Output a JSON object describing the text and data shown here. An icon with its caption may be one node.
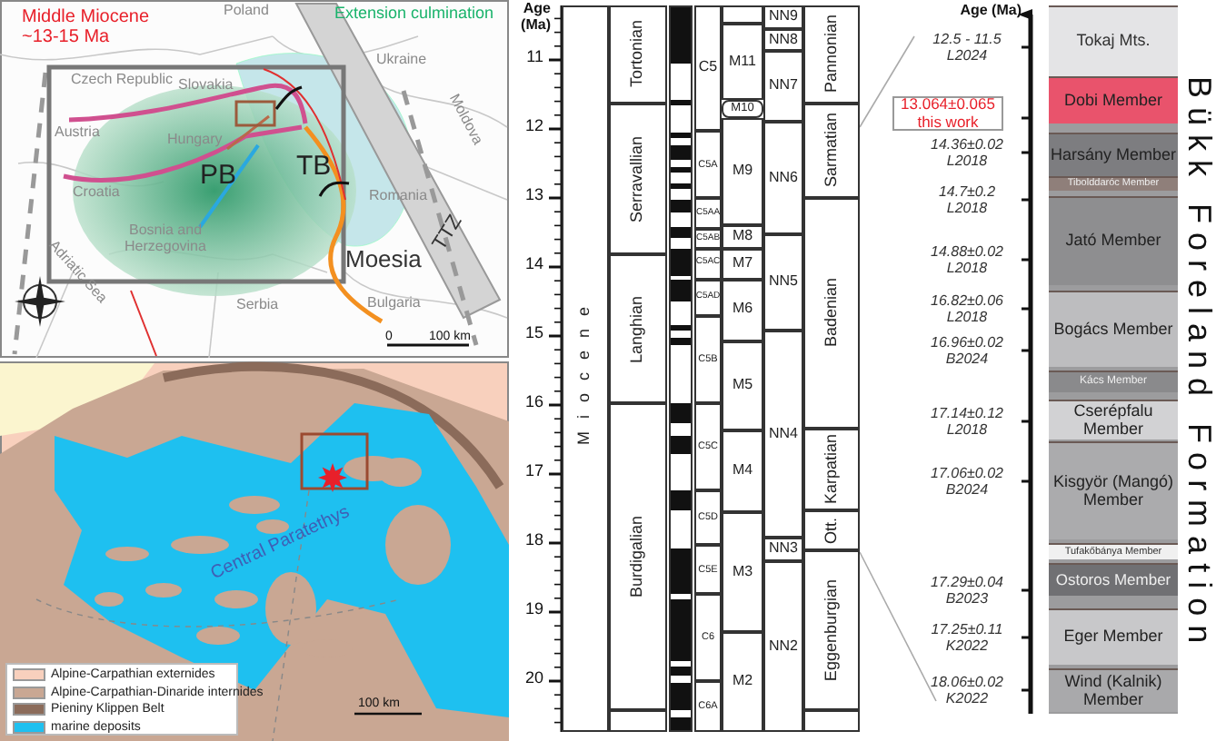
{
  "diagram": {
    "nodes": [
      {
        "text": [
          "Miocene"
        ]
      },
      {
        "text": [
          "Tortonian"
        ]
      },
      {
        "text": [
          "Serravallian"
        ]
      },
      {
        "text": [
          "Langhian"
        ]
      },
      {
        "text": [
          "Burdigalian"
        ]
      },
      {
        "text": [],
        "shape": "box"
      },
      {
        "text": [
          "C5"
        ]
      },
      {
        "text": [
          "C5A"
        ]
      },
      {
        "text": [
          "C5AA"
        ]
      },
      {
        "text": [
          "C5AB"
        ]
      },
      {
        "text": [
          "C5AC"
        ]
      },
      {
        "text": [
          "C5AD"
        ]
      },
      {
        "text": [
          "C5B"
        ]
      },
      {
        "text": [
          "C5C"
        ]
      },
      {
        "text": [
          "C5D"
        ]
      },
      {
        "text": [
          "C5E"
        ]
      },
      {
        "text": [
          "C6"
        ]
      },
      {
        "text": [
          "C6A"
        ]
      },
      {
        "text": [],
        "shape": "box"
      },
      {
        "text": [
          "M11"
        ]
      },
      {
        "text": [
          "M10"
        ]
      },
      {
        "text": [
          "M9"
        ]
      },
      {
        "text": [
          "M8"
        ]
      },
      {
        "text": [
          "M7"
        ]
      },
      {
        "text": [
          "M6"
        ]
      },
      {
        "text": [
          "M5"
        ]
      },
      {
        "text": [
          "M4"
        ]
      },
      {
        "text": [
          "M3"
        ]
      },
      {
        "text": [
          "M2"
        ]
      },
      {
        "text": [
          "NN9"
        ]
      },
      {
        "text": [
          "NN8"
        ]
      },
      {
        "text": [
          "NN7"
        ]
      },
      {
        "text": [
          "NN6"
        ]
      },
      {
        "text": [
          "NN5"
        ]
      },
      {
        "text": [
          "NN4"
        ]
      },
      {
        "text": [
          "NN3"
        ]
      },
      {
        "text": [
          "NN2"
        ]
      },
      {
        "text": [
          "Pannonian"
        ]
      },
      {
        "text": [
          "Sarmatian"
        ]
      },
      {
        "text": [
          "Badenian"
        ]
      },
      {
        "text": [
          "Karpatian"
        ]
      },
      {
        "text": [
          "Ott."
        ]
      },
      {
        "text": [
          "Eggenburgian"
        ]
      },
      {
        "text": [],
        "shape": "box"
      },
      {
        "text": [
          "13.064±0.065 this work"
        ]
      },
      {
        "text": [
          "Tokaj Mts."
        ]
      },
      {
        "text": [
          "Dobi Member"
        ]
      },
      {
        "text": [
          "Harsány Member"
        ]
      },
      {
        "text": [
          "Tibolddaróc Member"
        ]
      },
      {
        "text": [
          "Jató Member"
        ]
      },
      {
        "text": [
          "Bogács Member"
        ]
      },
      {
        "text": [
          "Kács Member"
        ]
      },
      {
        "text": [
          "Cserépfalu Member"
        ]
      },
      {
        "text": [
          "Kisgyör (Mangó) Member"
        ]
      },
      {
        "text": [
          "Tufakőbánya Member"
        ]
      },
      {
        "text": [
          "Ostoros Member"
        ]
      },
      {
        "text": [
          "Eger Member"
        ]
      },
      {
        "text": [
          "Wind (Kalnik) Member"
        ]
      }
    ],
    "labels": [
      "Middle Miocene ~13-15 Ma",
      "Poland",
      "Extension culmination",
      "Czech Republic",
      "Ukraine",
      "Slovakia",
      "Austria",
      "Moldova",
      "Hungary",
      "PB",
      "TB",
      "Croatia",
      "Romania",
      "Bosnia and Herzegovina",
      "Moesia",
      "TTZ",
      "Adriatic Sea",
      "Serbia",
      "Bulgaria",
      "0",
      "100 km",
      "Central Paratethys",
      "100 km",
      "Age (Ma)",
      "11",
      "12",
      "13",
      "14",
      "15",
      "16",
      "17",
      "18",
      "19",
      "20",
      "Age (Ma)",
      "12.5 - 11.5 L2024",
      "14.36±0.02 L2018",
      "14.7±0.2 L2018",
      "14.88±0.02 L2018",
      "16.82±0.06 L2018",
      "16.96±0.02 B2024",
      "17.14±0.12 L2018",
      "17.06±0.02 B2024",
      "17.29±0.04 B2023",
      "17.25±0.11 K2022",
      "18.06±0.02 K2022",
      "Bükk Foreland Formation"
    ],
    "legend": [
      {
        "text": "Alpine-Carpathian externides",
        "color": "#f8d0bd"
      },
      {
        "text": "Alpine-Carpathian-Dinaride internides",
        "color": "#c9a793"
      },
      {
        "text": "Pieniny Klippen Belt",
        "color": "#8b6b5a"
      },
      {
        "text": "marine deposits",
        "color": "#1ec0f0"
      }
    ]
  }
}
